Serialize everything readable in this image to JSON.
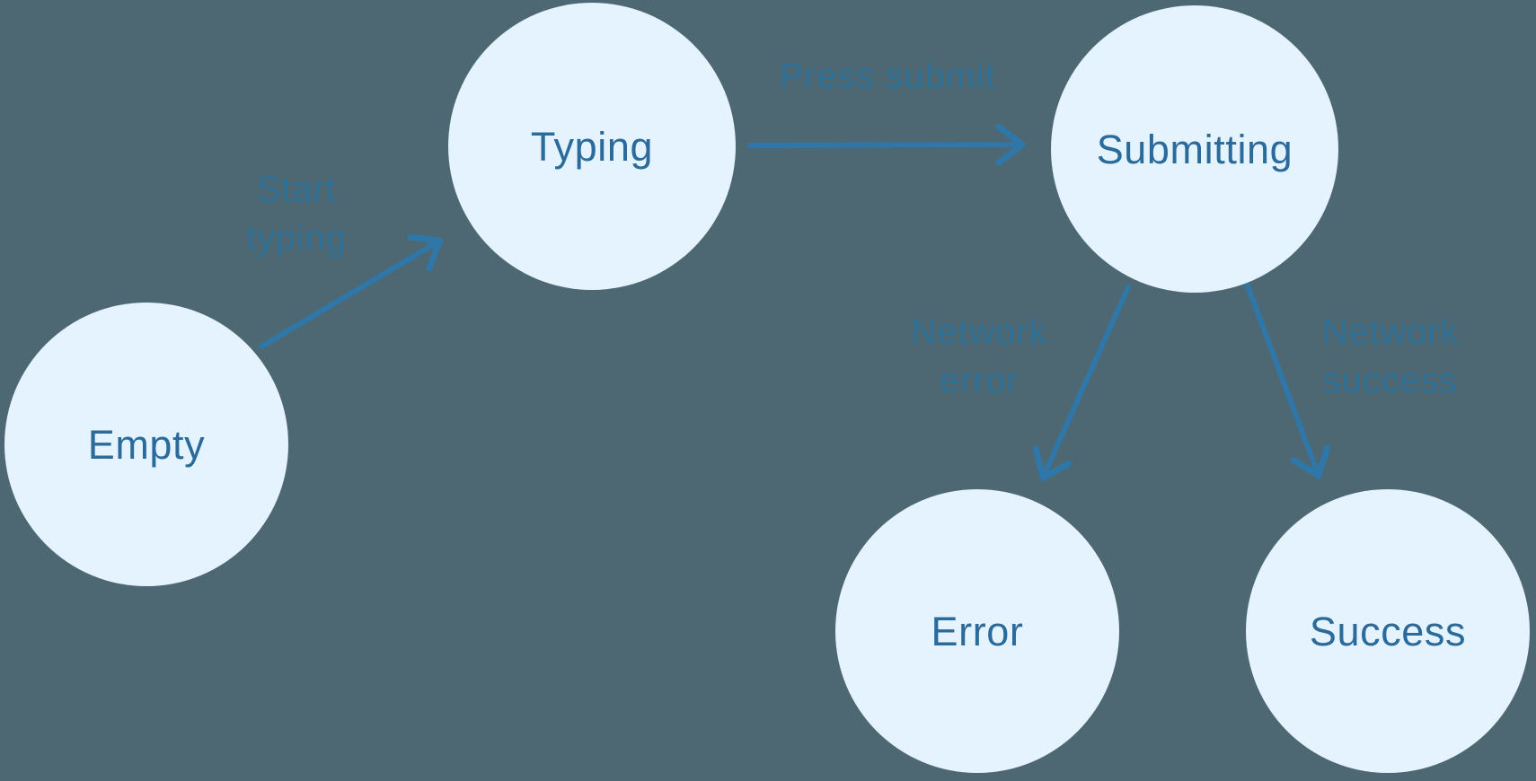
{
  "diagram": {
    "type": "state-machine",
    "nodes": [
      {
        "id": "empty",
        "label": "Empty"
      },
      {
        "id": "typing",
        "label": "Typing"
      },
      {
        "id": "submitting",
        "label": "Submitting"
      },
      {
        "id": "error",
        "label": "Error"
      },
      {
        "id": "success",
        "label": "Success"
      }
    ],
    "edges": [
      {
        "from": "empty",
        "to": "typing",
        "label": "Start typing",
        "label_lines": {
          "0": "Start",
          "1": "typing"
        }
      },
      {
        "from": "typing",
        "to": "submitting",
        "label": "Press submit",
        "label_lines": {
          "0": "Press submit"
        }
      },
      {
        "from": "submitting",
        "to": "error",
        "label": "Network error",
        "label_lines": {
          "0": "Network",
          "1": "error"
        }
      },
      {
        "from": "submitting",
        "to": "success",
        "label": "Network success",
        "label_lines": {
          "0": "Network",
          "1": "success"
        }
      }
    ],
    "colors": {
      "background": "#4d6872",
      "node_fill": "#e4f3fe",
      "node_text": "#2a6b9b",
      "arrow": "#2f77a8",
      "edge_label": "#2f7097"
    }
  }
}
